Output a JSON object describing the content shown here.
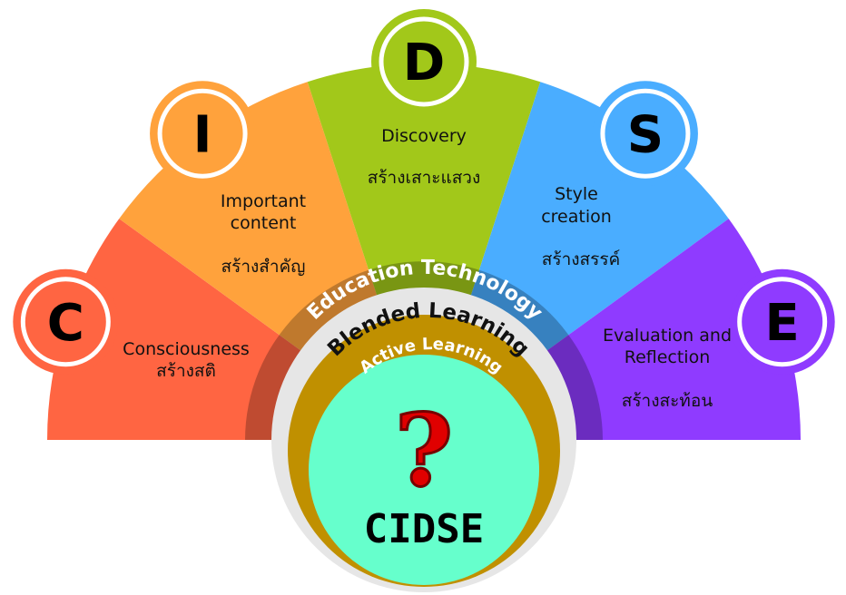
{
  "title": "CIDSE",
  "center_symbol": "?",
  "rings": {
    "outer": "Education Technology",
    "middle": "Blended Learning",
    "inner": "Active Learning"
  },
  "segments": [
    {
      "letter": "C",
      "en": "Consciousness",
      "en2": "",
      "th": "สร้างสติ",
      "color": "#FF6542"
    },
    {
      "letter": "I",
      "en": "Important",
      "en2": "content",
      "th": "สร้างสำคัญ",
      "color": "#FFA23C"
    },
    {
      "letter": "D",
      "en": "Discovery",
      "en2": "",
      "th": "สร้างเสาะแสวง",
      "color": "#A2C81A"
    },
    {
      "letter": "S",
      "en": "Style",
      "en2": "creation",
      "th": "สร้างสรรค์",
      "color": "#4AADFF"
    },
    {
      "letter": "E",
      "en": "Evaluation and",
      "en2": "Reflection",
      "th": "สร้างสะท้อน",
      "color": "#8F3BFF"
    }
  ],
  "colors": {
    "core": "#66FFCC",
    "gold": "#C09000",
    "gray": "#E6E6E6",
    "question": "#E00000"
  }
}
